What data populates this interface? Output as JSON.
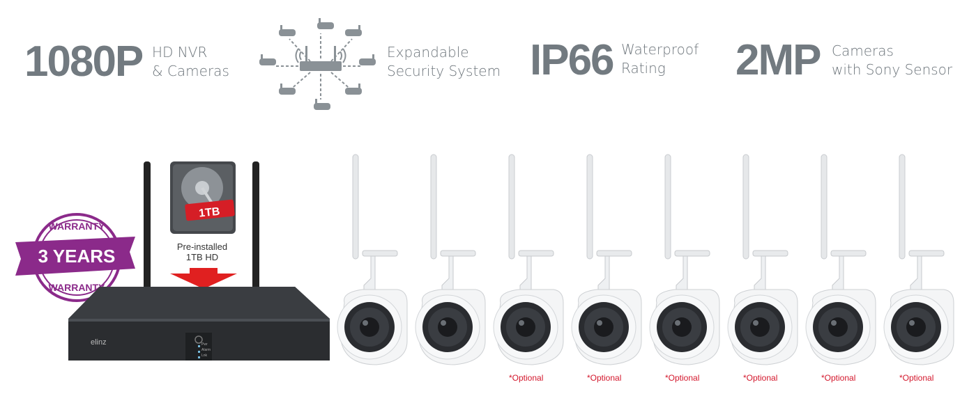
{
  "features": [
    {
      "big": "1080P",
      "lines": [
        "HD NVR",
        "& Cameras"
      ]
    },
    {
      "big": "",
      "lines": [
        "Expandable",
        "Security System"
      ],
      "icon": "network-diagram-icon"
    },
    {
      "big": "IP66",
      "lines": [
        "Waterproof",
        "Rating"
      ]
    },
    {
      "big": "2MP",
      "lines": [
        "Cameras",
        "with Sony Sensor"
      ]
    }
  ],
  "warranty": {
    "top": "WARRANTY",
    "main": "3 YEARS",
    "bottom": "WARRANTY",
    "color": "#8b2a8a"
  },
  "hdd": {
    "label": "1TB",
    "caption_lines": [
      "Pre-installed",
      "1TB HD"
    ],
    "arrow_color": "#e02020"
  },
  "nvr": {
    "brand": "elinz",
    "lights": [
      "Pwr",
      "Alarm",
      "Lnk"
    ]
  },
  "cameras": [
    {
      "optional": ""
    },
    {
      "optional": ""
    },
    {
      "optional": "*Optional"
    },
    {
      "optional": "*Optional"
    },
    {
      "optional": "*Optional"
    },
    {
      "optional": "*Optional"
    },
    {
      "optional": "*Optional"
    },
    {
      "optional": "*Optional"
    }
  ],
  "colors": {
    "text": "#727a80",
    "optional": "#d3162b",
    "nvr_body": "#2b2d30"
  }
}
